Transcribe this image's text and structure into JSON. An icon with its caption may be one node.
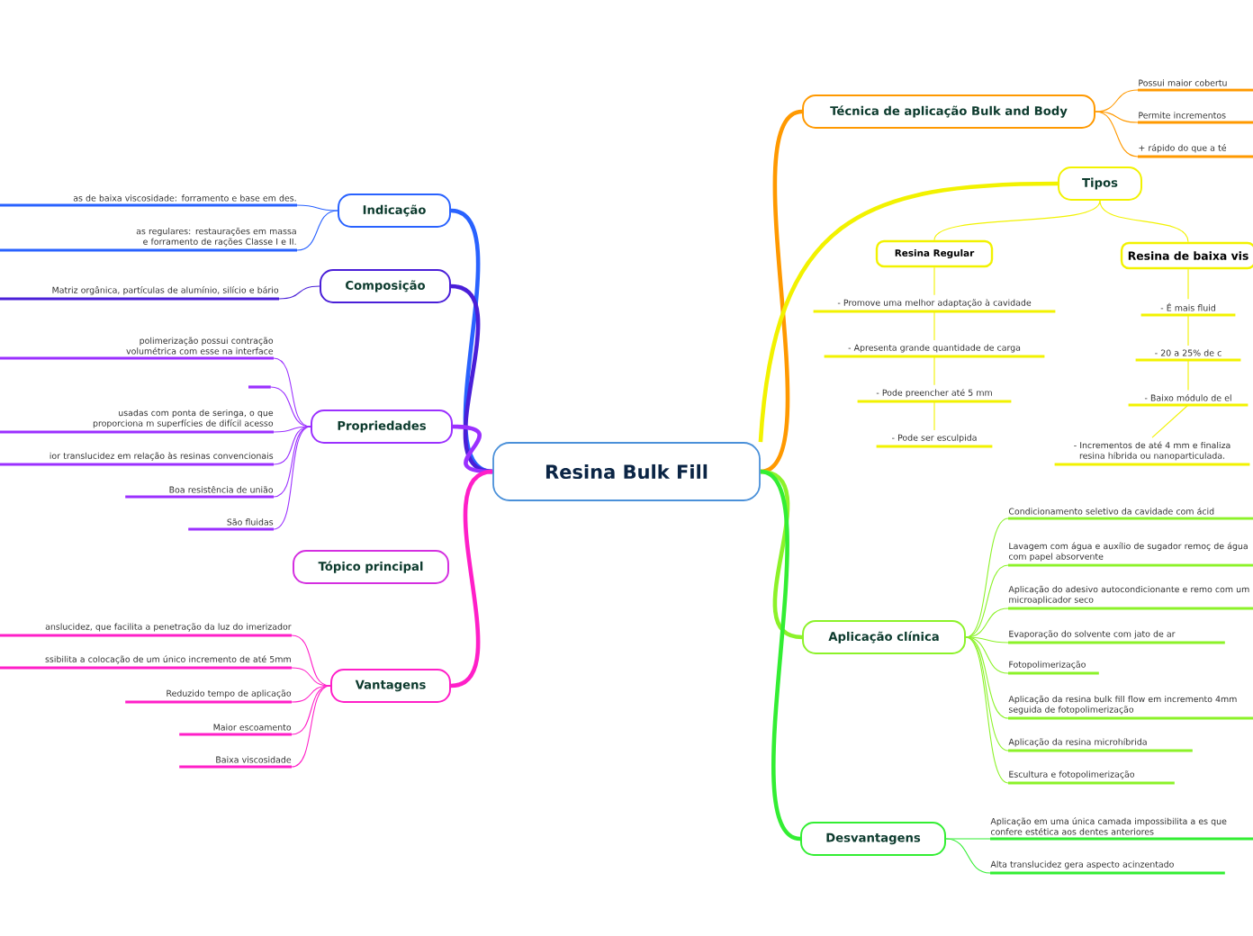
{
  "diagram": {
    "nodes": [
      {
        "text": [
          "Resina Bulk Fill"
        ]
      },
      {
        "text": [
          "Indicação"
        ]
      },
      {
        "text": [
          "as de baixa viscosidade: forramento e base em des."
        ]
      },
      {
        "text": [
          "as regulares: restaurações em massa e forramento de rações Classe I e II."
        ]
      },
      {
        "text": [
          "Composição"
        ]
      },
      {
        "text": [
          "Matriz orgânica, partículas de alumínio, silício e bário"
        ]
      },
      {
        "text": [
          "Propriedades"
        ]
      },
      {
        "text": [
          "polimerização possui contração volumétrica com esse na interface"
        ]
      },
      {
        "text": [],
        "shape": "bar"
      },
      {
        "text": [
          "usadas com ponta de seringa, o que proporciona m superfícies de difícil acesso"
        ]
      },
      {
        "text": [
          "ior translucidez em relação às resinas convencionais"
        ]
      },
      {
        "text": [
          "Boa resistência de união"
        ]
      },
      {
        "text": [
          "São fluidas"
        ]
      },
      {
        "text": [
          "Tópico principal"
        ]
      },
      {
        "text": [
          "Vantagens"
        ]
      },
      {
        "text": [
          "anslucidez, que facilita a penetração da luz do imerizador"
        ]
      },
      {
        "text": [
          "ssibilita a colocação de um único incremento de até 5mm"
        ]
      },
      {
        "text": [
          "Reduzido tempo de aplicação"
        ]
      },
      {
        "text": [
          "Maior escoamento"
        ]
      },
      {
        "text": [
          "Baixa viscosidade"
        ]
      },
      {
        "text": [
          "Técnica de aplicação Bulk and Body"
        ]
      },
      {
        "text": [
          "Possui maior cobertu"
        ]
      },
      {
        "text": [
          "Permite incrementos"
        ]
      },
      {
        "text": [
          "+ rápido do que a té"
        ]
      },
      {
        "text": [
          "Tipos"
        ]
      },
      {
        "text": [
          "Resina Regular"
        ]
      },
      {
        "text": [
          "- Promove uma melhor adaptação à cavidade"
        ]
      },
      {
        "text": [
          "- Apresenta grande quantidade de carga"
        ]
      },
      {
        "text": [
          "- Pode preencher até 5 mm"
        ]
      },
      {
        "text": [
          "- Pode ser esculpida"
        ]
      },
      {
        "text": [
          "Resina de baixa vis"
        ]
      },
      {
        "text": [
          "- É mais fluid"
        ]
      },
      {
        "text": [
          "- 20 a 25% de c"
        ]
      },
      {
        "text": [
          "- Baixo módulo de el"
        ]
      },
      {
        "text": [
          "- Incrementos de até 4 mm e finaliza resina híbrida ou nanoparticulada."
        ]
      },
      {
        "text": [
          "Aplicação clínica"
        ]
      },
      {
        "text": [
          "Condicionamento seletivo da cavidade com ácid"
        ]
      },
      {
        "text": [
          "Lavagem com água e auxílio de sugador remoç de água com papel absorvente"
        ]
      },
      {
        "text": [
          "Aplicação do adesivo autocondicionante e remo com um microaplicador seco"
        ]
      },
      {
        "text": [
          "Evaporação do solvente com jato de ar"
        ]
      },
      {
        "text": [
          "Fotopolimerização"
        ]
      },
      {
        "text": [
          "Aplicação da resina bulk fill flow em incremento 4mm seguida de fotopolimerização"
        ]
      },
      {
        "text": [
          "Aplicação da resina microhíbrida"
        ]
      },
      {
        "text": [
          "Escultura e fotopolimerização"
        ]
      },
      {
        "text": [
          "Desvantagens"
        ]
      },
      {
        "text": [
          "Aplicação em uma única camada impossibilita a es que confere estética aos dentes anteriores"
        ]
      },
      {
        "text": [
          "Alta translucidez gera aspecto acinzentado"
        ]
      }
    ],
    "edges": [
      {
        "from": 0,
        "to": 1,
        "arrow": "none",
        "style": "thick",
        "color": "#2962ff"
      },
      {
        "from": 1,
        "to": 2,
        "arrow": "none",
        "color": "#2962ff"
      },
      {
        "from": 1,
        "to": 3,
        "arrow": "none",
        "color": "#2962ff"
      },
      {
        "from": 0,
        "to": 4,
        "arrow": "none",
        "style": "thick",
        "color": "#4a1fd8"
      },
      {
        "from": 4,
        "to": 5,
        "arrow": "none",
        "color": "#4a1fd8"
      },
      {
        "from": 0,
        "to": 6,
        "arrow": "none",
        "style": "thick",
        "color": "#9b30ff"
      },
      {
        "from": 6,
        "to": 7,
        "arrow": "none",
        "color": "#9b30ff"
      },
      {
        "from": 6,
        "to": 8,
        "arrow": "none",
        "color": "#9b30ff"
      },
      {
        "from": 6,
        "to": 9,
        "arrow": "none",
        "color": "#9b30ff"
      },
      {
        "from": 6,
        "to": 10,
        "arrow": "none",
        "color": "#9b30ff"
      },
      {
        "from": 6,
        "to": 11,
        "arrow": "none",
        "color": "#9b30ff"
      },
      {
        "from": 6,
        "to": 12,
        "arrow": "none",
        "color": "#9b30ff"
      },
      {
        "from": 0,
        "to": 14,
        "arrow": "none",
        "style": "thick",
        "color": "#ff1fc8"
      },
      {
        "from": 14,
        "to": 15,
        "arrow": "none",
        "color": "#ff1fc8"
      },
      {
        "from": 14,
        "to": 16,
        "arrow": "none",
        "color": "#ff1fc8"
      },
      {
        "from": 14,
        "to": 17,
        "arrow": "none",
        "color": "#ff1fc8"
      },
      {
        "from": 14,
        "to": 18,
        "arrow": "none",
        "color": "#ff1fc8"
      },
      {
        "from": 14,
        "to": 19,
        "arrow": "none",
        "color": "#ff1fc8"
      },
      {
        "from": 0,
        "to": 20,
        "arrow": "none",
        "style": "thick",
        "color": "#ff9900"
      },
      {
        "from": 20,
        "to": 21,
        "arrow": "none",
        "color": "#ff9900"
      },
      {
        "from": 20,
        "to": 22,
        "arrow": "none",
        "color": "#ff9900"
      },
      {
        "from": 20,
        "to": 23,
        "arrow": "none",
        "color": "#ff9900"
      },
      {
        "from": 0,
        "to": 24,
        "arrow": "none",
        "style": "thick",
        "color": "#f2f200"
      },
      {
        "from": 24,
        "to": 25,
        "arrow": "none",
        "color": "#f2f200"
      },
      {
        "from": 25,
        "to": 26,
        "arrow": "none",
        "color": "#f2f200"
      },
      {
        "from": 26,
        "to": 27,
        "arrow": "none",
        "color": "#f2f200"
      },
      {
        "from": 27,
        "to": 28,
        "arrow": "none",
        "color": "#f2f200"
      },
      {
        "from": 28,
        "to": 29,
        "arrow": "none",
        "color": "#f2f200"
      },
      {
        "from": 24,
        "to": 30,
        "arrow": "none",
        "color": "#f2f200"
      },
      {
        "from": 30,
        "to": 31,
        "arrow": "none",
        "color": "#f2f200"
      },
      {
        "from": 31,
        "to": 32,
        "arrow": "none",
        "color": "#f2f200"
      },
      {
        "from": 32,
        "to": 33,
        "arrow": "none",
        "color": "#f2f200"
      },
      {
        "from": 33,
        "to": 34,
        "arrow": "none",
        "color": "#f2f200"
      },
      {
        "from": 0,
        "to": 35,
        "arrow": "none",
        "style": "thick",
        "color": "#8cf229"
      },
      {
        "from": 35,
        "to": 36,
        "arrow": "none",
        "color": "#8cf229"
      },
      {
        "from": 35,
        "to": 37,
        "arrow": "none",
        "color": "#8cf229"
      },
      {
        "from": 35,
        "to": 38,
        "arrow": "none",
        "color": "#8cf229"
      },
      {
        "from": 35,
        "to": 39,
        "arrow": "none",
        "color": "#8cf229"
      },
      {
        "from": 35,
        "to": 40,
        "arrow": "none",
        "color": "#8cf229"
      },
      {
        "from": 35,
        "to": 41,
        "arrow": "none",
        "color": "#8cf229"
      },
      {
        "from": 35,
        "to": 42,
        "arrow": "none",
        "color": "#8cf229"
      },
      {
        "from": 35,
        "to": 43,
        "arrow": "none",
        "color": "#8cf229"
      },
      {
        "from": 0,
        "to": 44,
        "arrow": "none",
        "style": "thick",
        "color": "#33ee33"
      },
      {
        "from": 44,
        "to": 45,
        "arrow": "none",
        "color": "#33ee33"
      },
      {
        "from": 44,
        "to": 46,
        "arrow": "none",
        "color": "#33ee33"
      }
    ]
  }
}
